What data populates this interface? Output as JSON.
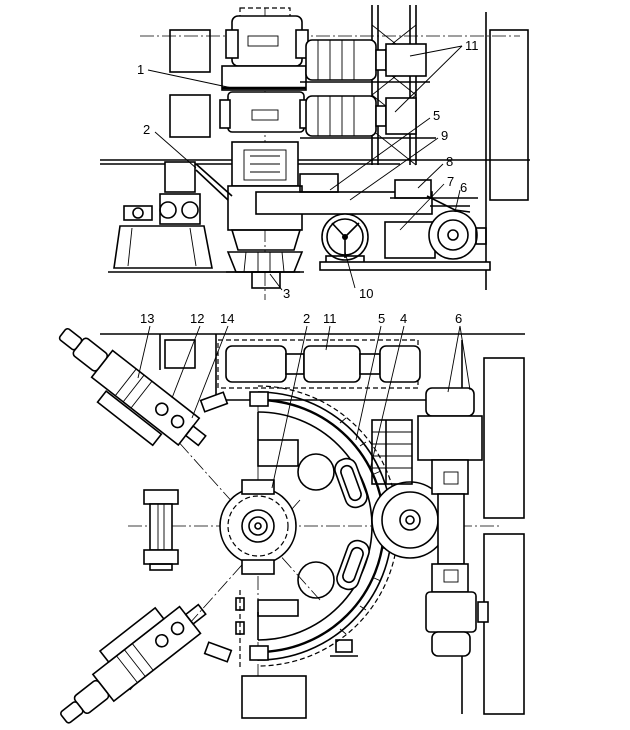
{
  "labels": {
    "top": {
      "n1": "1",
      "n2": "2",
      "n3": "3",
      "n5": "5",
      "n6": "6",
      "n7": "7",
      "n8": "8",
      "n9": "9",
      "n10": "10",
      "n11": "11"
    },
    "bottom": {
      "n2": "2",
      "n4": "4",
      "n5": "5",
      "n6": "6",
      "n11": "11",
      "n12": "12",
      "n13": "13",
      "n14": "14"
    }
  }
}
